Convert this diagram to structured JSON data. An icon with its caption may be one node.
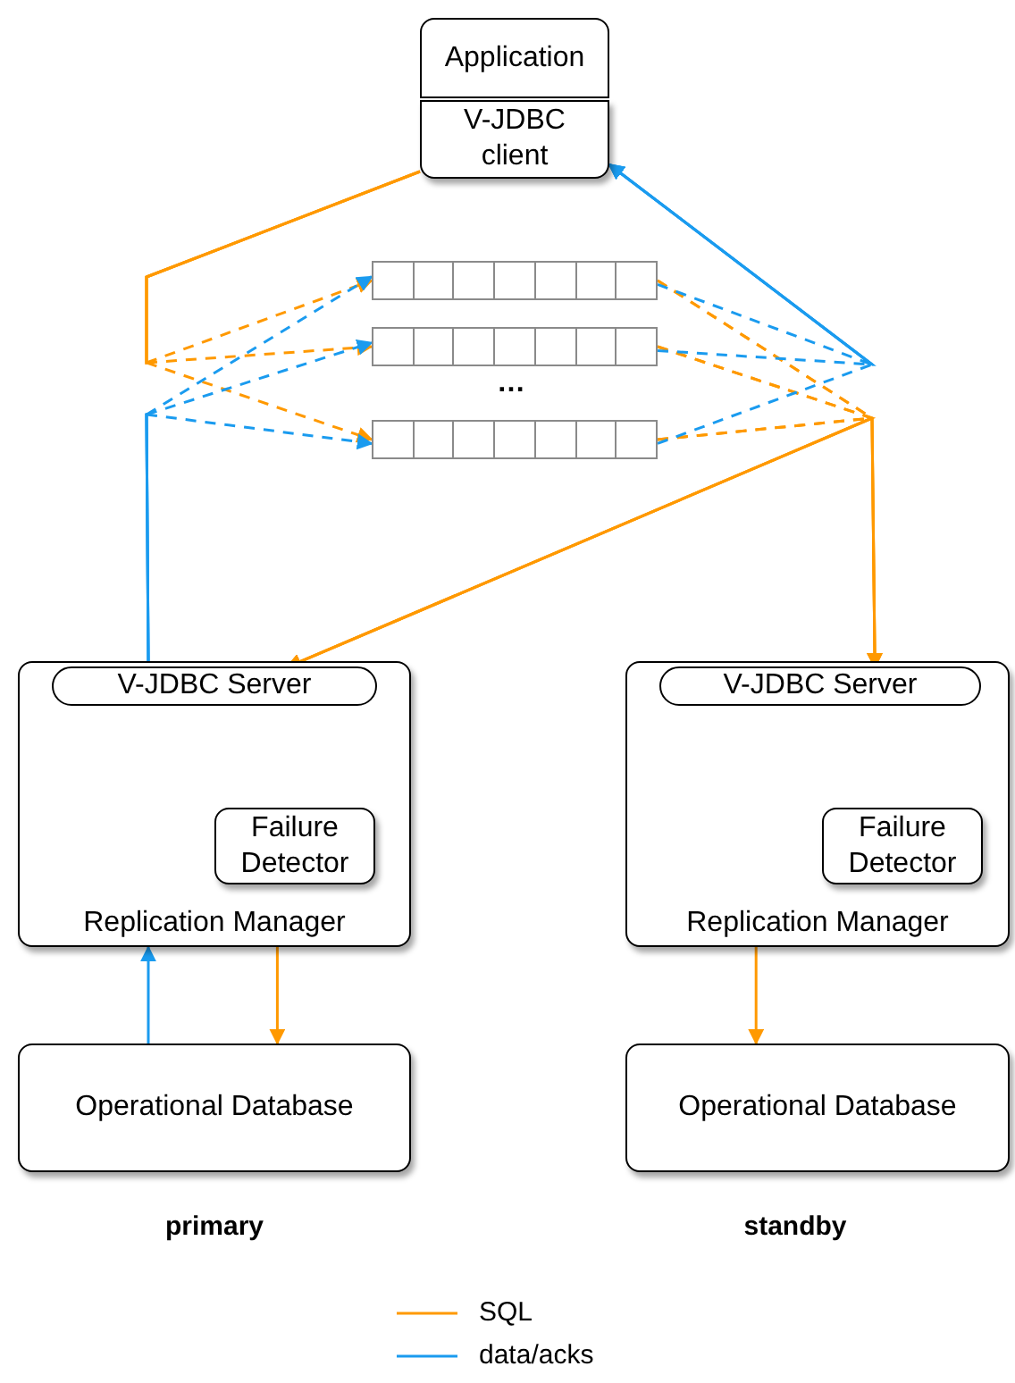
{
  "diagram": {
    "nodes": [
      {
        "text": [
          "Application"
        ]
      },
      {
        "text": [
          "V-JDBC client"
        ]
      },
      {
        "text": [],
        "shape": "bar"
      },
      {
        "text": [],
        "shape": "bar"
      },
      {
        "text": [],
        "shape": "bar"
      },
      {
        "text": [
          "Replication Manager"
        ]
      },
      {
        "text": [
          "V-JDBC Server"
        ],
        "in": 5
      },
      {
        "text": [
          "Failure Detector"
        ],
        "in": 5
      },
      {
        "text": [
          "Replication Manager"
        ]
      },
      {
        "text": [
          "V-JDBC Server"
        ],
        "in": 8
      },
      {
        "text": [
          "Failure Detector"
        ],
        "in": 8
      },
      {
        "text": [
          "Operational Database"
        ]
      },
      {
        "text": [
          "Operational Database"
        ]
      }
    ],
    "edges": [
      {
        "from": 1,
        "to": 2,
        "arrow": "to",
        "style": "dashed"
      },
      {
        "from": 1,
        "to": 3,
        "arrow": "to",
        "style": "dashed"
      },
      {
        "from": 1,
        "to": 4,
        "arrow": "to",
        "style": "dashed"
      },
      {
        "from": 2,
        "to": 6,
        "arrow": "to",
        "style": "dashed"
      },
      {
        "from": 3,
        "to": 6,
        "arrow": "to",
        "style": "dashed"
      },
      {
        "from": 4,
        "to": 6,
        "arrow": "to",
        "style": "dashed"
      },
      {
        "from": 2,
        "to": 9,
        "arrow": "to",
        "style": "dashed"
      },
      {
        "from": 3,
        "to": 9,
        "arrow": "to",
        "style": "dashed"
      },
      {
        "from": 4,
        "to": 9,
        "arrow": "to",
        "style": "dashed"
      },
      {
        "from": 5,
        "to": 2,
        "arrow": "to",
        "style": "dashed",
        "color": "#1a9bef"
      },
      {
        "from": 5,
        "to": 3,
        "arrow": "to",
        "style": "dashed",
        "color": "#1a9bef"
      },
      {
        "from": 5,
        "to": 4,
        "arrow": "to",
        "style": "dashed",
        "color": "#1a9bef"
      },
      {
        "from": 2,
        "to": 1,
        "arrow": "to",
        "style": "dashed",
        "color": "#1a9bef"
      },
      {
        "from": 3,
        "to": 1,
        "arrow": "to",
        "style": "dashed",
        "color": "#1a9bef"
      },
      {
        "from": 4,
        "to": 1,
        "arrow": "to",
        "style": "dashed",
        "color": "#1a9bef"
      },
      {
        "from": 11,
        "to": 5,
        "arrow": "to",
        "color": "#1a9bef"
      },
      {
        "from": 5,
        "to": 11,
        "arrow": "to"
      },
      {
        "from": 8,
        "to": 12,
        "arrow": "to"
      }
    ],
    "labels": [
      "…",
      "primary",
      "standby"
    ],
    "legend": [
      {
        "text": "SQL",
        "color": "#ff9900"
      },
      {
        "text": "data/acks",
        "color": "#1a9bef"
      }
    ]
  }
}
